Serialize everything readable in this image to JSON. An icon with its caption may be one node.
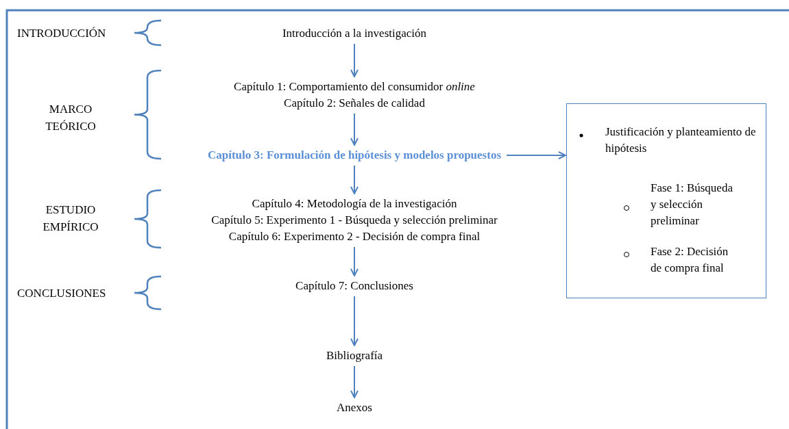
{
  "diagram": {
    "nodes": [
      {
        "text": [
          "Introducción a la investigación"
        ]
      },
      {
        "text": [
          "Capítulo 1: Comportamiento del consumidor *online*",
          "Capítulo 2: Señales de calidad"
        ]
      },
      {
        "text": [
          "Capítulo 3: Formulación de hipótesis y modelos propuestos"
        ]
      },
      {
        "text": [
          "Capítulo 4: Metodología de la investigación",
          "Capítulo 5: Experimento 1 - Búsqueda y selección preliminar",
          "Capítulo 6: Experimento 2 - Decisión de compra final"
        ]
      },
      {
        "text": [
          "Capítulo 7: Conclusiones"
        ]
      },
      {
        "text": [
          "Bibliografía"
        ]
      },
      {
        "text": [
          "Anexos"
        ]
      },
      {
        "text": [
          "Justificación y planteamiento de hipótesis",
          "Fase 1: Búsqueda y selección preliminar",
          "Fase 2: Decisión de compra final"
        ]
      }
    ],
    "edges": [
      {
        "from": 0,
        "to": 1,
        "arrow": "to"
      },
      {
        "from": 1,
        "to": 2,
        "arrow": "to"
      },
      {
        "from": 2,
        "to": 3,
        "arrow": "to"
      },
      {
        "from": 2,
        "to": 7,
        "arrow": "to"
      },
      {
        "from": 3,
        "to": 4,
        "arrow": "to"
      },
      {
        "from": 4,
        "to": 5,
        "arrow": "to"
      },
      {
        "from": 5,
        "to": 6,
        "arrow": "to"
      }
    ],
    "labels": [
      "INTRODUCCIÓN",
      "MARCO TEÓRICO",
      "ESTUDIO EMPÍRICO",
      "CONCLUSIONES"
    ]
  }
}
